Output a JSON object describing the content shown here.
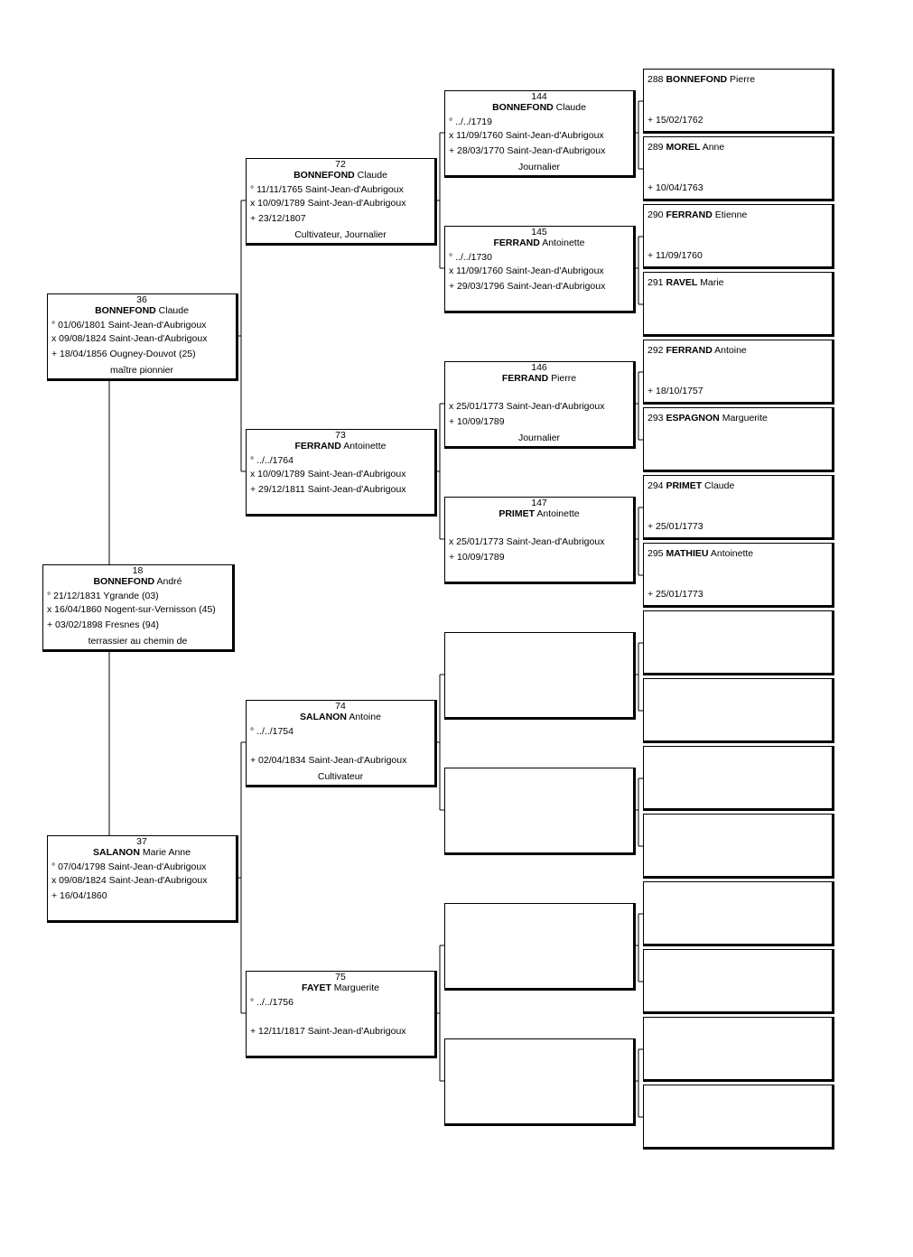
{
  "persons": [
    {
      "key": "p18",
      "number": "18",
      "surname": "BONNEFOND",
      "given": "André",
      "events": [
        "° 21/12/1831 Ygrande (03)",
        "x 16/04/1860 Nogent-sur-Vernisson (45)",
        "+ 03/02/1898 Fresnes (94)"
      ],
      "occupation": "terrassier au chemin de"
    },
    {
      "key": "p36",
      "number": "36",
      "surname": "BONNEFOND",
      "given": "Claude",
      "events": [
        "° 01/06/1801 Saint-Jean-d'Aubrigoux",
        "x 09/08/1824 Saint-Jean-d'Aubrigoux",
        "+ 18/04/1856 Ougney-Douvot (25)"
      ],
      "occupation": "maître pionnier"
    },
    {
      "key": "p37",
      "number": "37",
      "surname": "SALANON",
      "given": "Marie Anne",
      "events": [
        "° 07/04/1798 Saint-Jean-d'Aubrigoux",
        "x 09/08/1824 Saint-Jean-d'Aubrigoux",
        "+ 16/04/1860"
      ],
      "occupation": ""
    },
    {
      "key": "p72",
      "number": "72",
      "surname": "BONNEFOND",
      "given": "Claude",
      "events": [
        "° 11/11/1765 Saint-Jean-d'Aubrigoux",
        "x 10/09/1789 Saint-Jean-d'Aubrigoux",
        "+ 23/12/1807"
      ],
      "occupation": "Cultivateur, Journalier"
    },
    {
      "key": "p73",
      "number": "73",
      "surname": "FERRAND",
      "given": "Antoinette",
      "events": [
        "° ../../1764",
        "x 10/09/1789 Saint-Jean-d'Aubrigoux",
        "+ 29/12/1811 Saint-Jean-d'Aubrigoux"
      ],
      "occupation": ""
    },
    {
      "key": "p74",
      "number": "74",
      "surname": "SALANON",
      "given": "Antoine",
      "events": [
        "° ../../1754",
        "",
        "+ 02/04/1834 Saint-Jean-d'Aubrigoux"
      ],
      "occupation": "Cultivateur"
    },
    {
      "key": "p75",
      "number": "75",
      "surname": "FAYET",
      "given": "Marguerite",
      "events": [
        "° ../../1756",
        "",
        "+ 12/11/1817 Saint-Jean-d'Aubrigoux"
      ],
      "occupation": ""
    },
    {
      "key": "p144",
      "number": "144",
      "surname": "BONNEFOND",
      "given": "Claude",
      "events": [
        "° ../../1719",
        "x 11/09/1760 Saint-Jean-d'Aubrigoux",
        "+ 28/03/1770 Saint-Jean-d'Aubrigoux"
      ],
      "occupation": "Journalier"
    },
    {
      "key": "p145",
      "number": "145",
      "surname": "FERRAND",
      "given": "Antoinette",
      "events": [
        "° ../../1730",
        "x 11/09/1760 Saint-Jean-d'Aubrigoux",
        "+ 29/03/1796 Saint-Jean-d'Aubrigoux"
      ],
      "occupation": ""
    },
    {
      "key": "p146",
      "number": "146",
      "surname": "FERRAND",
      "given": "Pierre",
      "events": [
        "",
        "x 25/01/1773 Saint-Jean-d'Aubrigoux",
        "+ 10/09/1789"
      ],
      "occupation": "Journalier"
    },
    {
      "key": "p147",
      "number": "147",
      "surname": "PRIMET",
      "given": "Antoinette",
      "events": [
        "",
        "x 25/01/1773 Saint-Jean-d'Aubrigoux",
        "+ 10/09/1789"
      ],
      "occupation": ""
    }
  ],
  "leaves": [
    {
      "key": "p288",
      "number": "288",
      "surname": "BONNEFOND",
      "given": "Pierre",
      "death": "+ 15/02/1762"
    },
    {
      "key": "p289",
      "number": "289",
      "surname": "MOREL",
      "given": "Anne",
      "death": "+ 10/04/1763"
    },
    {
      "key": "p290",
      "number": "290",
      "surname": "FERRAND",
      "given": "Etienne",
      "death": "+ 11/09/1760"
    },
    {
      "key": "p291",
      "number": "291",
      "surname": "RAVEL",
      "given": "Marie",
      "death": ""
    },
    {
      "key": "p292",
      "number": "292",
      "surname": "FERRAND",
      "given": "Antoine",
      "death": "+ 18/10/1757"
    },
    {
      "key": "p293",
      "number": "293",
      "surname": "ESPAGNON",
      "given": "Marguerite",
      "death": ""
    },
    {
      "key": "p294",
      "number": "294",
      "surname": "PRIMET",
      "given": "Claude",
      "death": "+ 25/01/1773"
    },
    {
      "key": "p295",
      "number": "295",
      "surname": "MATHIEU",
      "given": "Antoinette",
      "death": "+ 25/01/1773"
    }
  ]
}
